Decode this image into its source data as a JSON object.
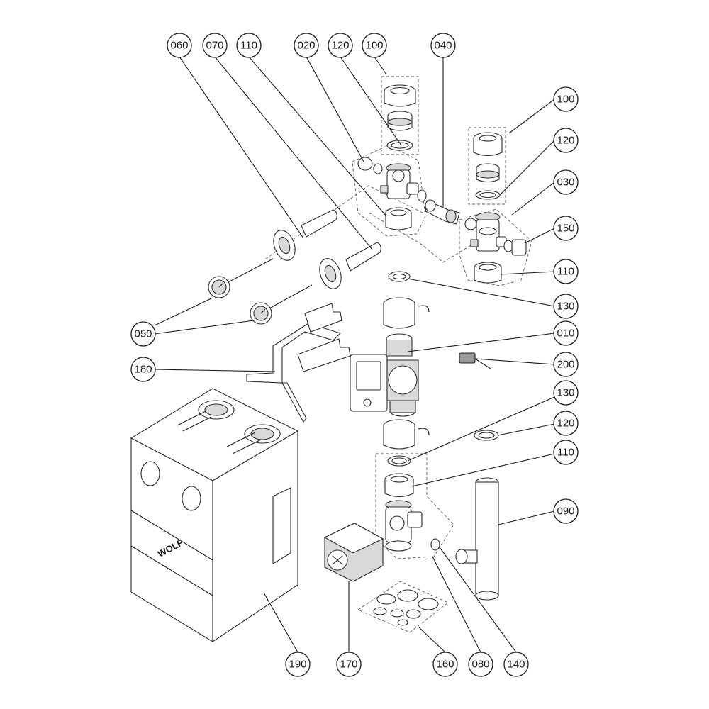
{
  "brand_mark": "WOLF",
  "callouts": [
    {
      "id": "c-060",
      "label": "060"
    },
    {
      "id": "c-070",
      "label": "070"
    },
    {
      "id": "c-110a",
      "label": "110"
    },
    {
      "id": "c-020",
      "label": "020"
    },
    {
      "id": "c-120a",
      "label": "120"
    },
    {
      "id": "c-100a",
      "label": "100"
    },
    {
      "id": "c-040",
      "label": "040"
    },
    {
      "id": "c-100b",
      "label": "100"
    },
    {
      "id": "c-120b",
      "label": "120"
    },
    {
      "id": "c-030",
      "label": "030"
    },
    {
      "id": "c-150",
      "label": "150"
    },
    {
      "id": "c-110b",
      "label": "110"
    },
    {
      "id": "c-130a",
      "label": "130"
    },
    {
      "id": "c-010",
      "label": "010"
    },
    {
      "id": "c-200",
      "label": "200"
    },
    {
      "id": "c-130b",
      "label": "130"
    },
    {
      "id": "c-120c",
      "label": "120"
    },
    {
      "id": "c-110c",
      "label": "110"
    },
    {
      "id": "c-090",
      "label": "090"
    },
    {
      "id": "c-050",
      "label": "050"
    },
    {
      "id": "c-180",
      "label": "180"
    },
    {
      "id": "c-190",
      "label": "190"
    },
    {
      "id": "c-170",
      "label": "170"
    },
    {
      "id": "c-160",
      "label": "160"
    },
    {
      "id": "c-080",
      "label": "080"
    },
    {
      "id": "c-140",
      "label": "140"
    }
  ]
}
